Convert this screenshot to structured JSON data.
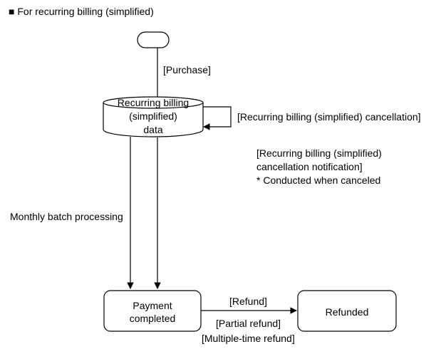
{
  "heading": {
    "bullet": "■",
    "text": "For recurring billing (simplified)"
  },
  "diagram": {
    "edges": {
      "purchase": "[Purchase]",
      "cancellation": "[Recurring billing (simplified) cancellation]",
      "notification_line1": "[Recurring billing (simplified)",
      "notification_line2": "cancellation notification]",
      "notification_line3": "* Conducted when canceled",
      "monthly_batch": "Monthly batch processing",
      "refund": "[Refund]",
      "partial_refund": "[Partial refund]",
      "multiple_refund": "[Multiple-time refund]"
    },
    "nodes": {
      "data_store_line1": "Recurring billing",
      "data_store_line2": "(simplified)",
      "data_store_line3": "data",
      "payment_completed_line1": "Payment",
      "payment_completed_line2": "completed",
      "refunded": "Refunded"
    }
  },
  "colors": {
    "stroke": "#000000",
    "fill": "#ffffff",
    "text": "#000000"
  }
}
